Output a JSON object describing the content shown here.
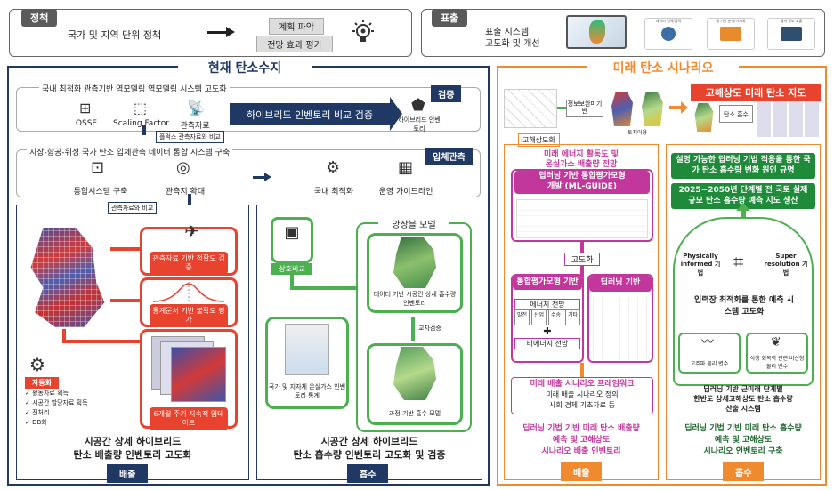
{
  "policy": {
    "tag": "정책",
    "text": "국가 및 지역 단위 정책",
    "btn1": "계획 파악",
    "btn2": "전망 효과 평가"
  },
  "pub": {
    "tag": "표출",
    "text1": "표출 시스템",
    "text2": "고도화 및 개선",
    "icon_labels": [
      "데이터 검색/출력",
      "웹 기반 분석/가시화",
      "웹서 정보 표출"
    ]
  },
  "current": {
    "title": "현재 탄소수지",
    "row1": {
      "title": "국내 최적화 관측기반 역모델링 역모델링 시스템 고도화",
      "tag": "검증",
      "osse": "OSSE",
      "sf": "Scaling Factor",
      "obs": "관측자료",
      "banner": "하이브리드 인벤토리 비교 검증",
      "hybrid": "하이브리드 인벤토리",
      "flux": "플럭스 관측자료와 비교"
    },
    "row2": {
      "title": "지상-항공-위성 국가 탄소 입체관측 데이터 통합 시스템 구축",
      "tag": "입체관측",
      "a": "통합시스템 구축",
      "b": "관측지 확대",
      "c": "국내 최적화",
      "d": "운영 가이드라인",
      "cmp": "관측자료와 비교"
    },
    "emission": {
      "r1": "관측자료 기반 정확도 검증",
      "r2": "통계문서 기반 불확도 평가",
      "r3": "6개월 주기 지속적 업데이트",
      "auto": "자동화",
      "checks": [
        "활동자료 획득",
        "시공간 할당자료 획득",
        "전처리",
        "DB화"
      ],
      "footer1": "시공간 상세 하이브리드",
      "footer2": "탄소 배출량 인벤토리 고도화",
      "tag": "배출"
    },
    "absorb": {
      "ensemble": "앙상블 모델",
      "mutual": "상호비교",
      "data_model": "데이터 기반 시공간 상세 흡수량 인벤토리",
      "cross": "교차검증",
      "stats": "국가 및 지자체 온실가스 인벤토리 통계",
      "process": "과정 기반 흡수 모델",
      "footer1": "시공간 상세 하이브리드",
      "footer2": "탄소 흡수량 인벤토리 고도화 및 검증",
      "tag": "흡수"
    }
  },
  "future": {
    "title": "미래 탄소 시나리오",
    "top": {
      "hires_map": "고해상도 미래 탄소 지도",
      "hires_tag": "고해상도화",
      "info_base": "정보보완미기반",
      "landuse": "토지이용",
      "carbon": "탄소 흡수"
    },
    "emission": {
      "h1": "미래 에너지 활동도 및",
      "h2": "온실가스 배출량 전망",
      "ml1": "딥러닝 기반 통합평가모형",
      "ml2": "개발 (ML-GUIDE)",
      "adv": "고도화",
      "iam": "통합평가모형 기반",
      "energy": "에너지 전망",
      "cells": [
        "발전",
        "산업",
        "수송",
        "기타"
      ],
      "nonenergy": "비에너지 전망",
      "dl": "딥러닝 기반",
      "fw": "미래 배출 시나리오 프레임워크",
      "fw1": "미래 배출 시나리오 정의",
      "fw2": "사회 경제 기초자료 등",
      "f1": "딥러닝 기법 기반 미래 탄소 배출량",
      "f2": "예측 및 고해상도",
      "f3": "시나리오 배출 인벤토리",
      "tag": "배출"
    },
    "absorb": {
      "g1": "설명 가능한 딥러닝 기법 적용을 통한 국가 탄소 흡수량 변화 원인 규명",
      "g2": "2025~2050년 단계별 전 국토 실제 규모 탄소 흡수량 예측 지도 생산",
      "pi": "Physically informed 기법",
      "sr": "Super resolution 기법",
      "opt": "입력장 최적화를 통한 예측 시스템 고도화",
      "climate": "고주파 물리 변수",
      "veg": "식생 회복력 관련 비선형 물리 변수",
      "n1": "딥러닝 기반 근미래 단계별",
      "n2": "한반도 상세고해상도 탄소 흡수량",
      "n3": "산출 시스템",
      "f1": "딥러닝 기법 기반 미래 탄소 흡수량",
      "f2": "예측 및 고해상도",
      "f3": "시나리오 인벤토리 구축",
      "tag": "흡수"
    }
  }
}
